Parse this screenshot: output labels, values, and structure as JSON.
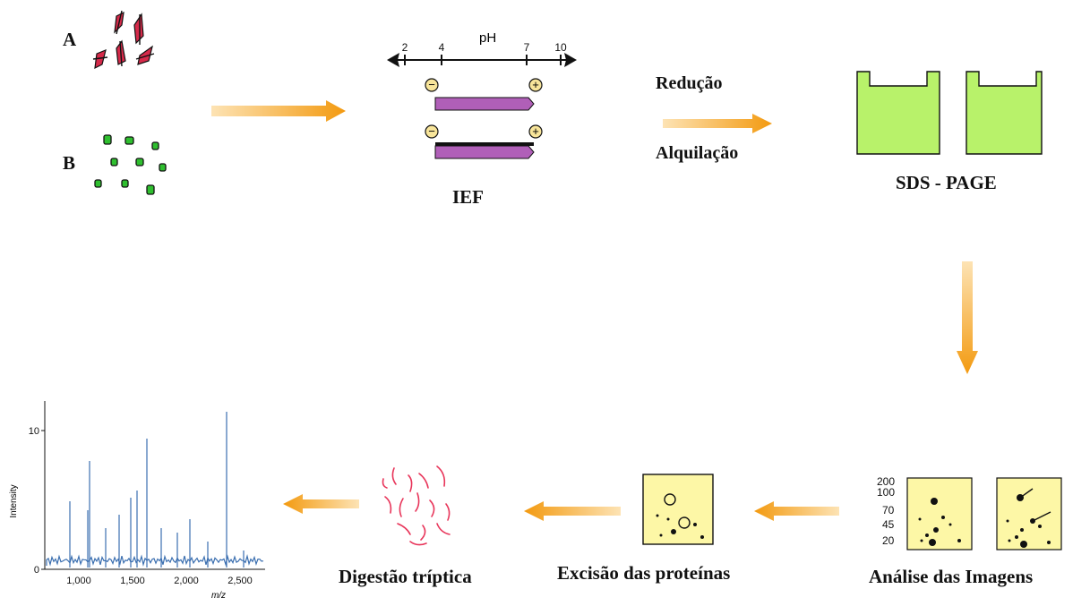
{
  "samples": {
    "a_label": "A",
    "b_label": "B"
  },
  "ief": {
    "ph_label": "pH",
    "ticks": [
      "2",
      "4",
      "7",
      "10"
    ],
    "minus": "−",
    "plus": "+",
    "label": "IEF"
  },
  "steps": {
    "reduction": "Redução",
    "alkylation": "Alquilação",
    "sds_page": "SDS - PAGE",
    "image_analysis": "Análise das Imagens",
    "excision": "Excisão das proteínas",
    "digestion": "Digestão tríptica"
  },
  "gel_markers": [
    "200",
    "100",
    "70",
    "45",
    "20"
  ],
  "spectrum": {
    "ylabel": "Intensity",
    "xlabel": "m/z",
    "yticks": [
      "0",
      "10"
    ],
    "xticks": [
      "1,000",
      "1,500",
      "2,000",
      "2,500"
    ]
  },
  "colors": {
    "arrow": "#f5a623",
    "cell_a": "#d62a4a",
    "cell_b": "#2fbf2f",
    "strip": "#b05fb8",
    "gel": "#b8f26a",
    "panel": "#fdf7a6",
    "peptide": "#e8355a",
    "spectrum": "#3b6fb0"
  }
}
